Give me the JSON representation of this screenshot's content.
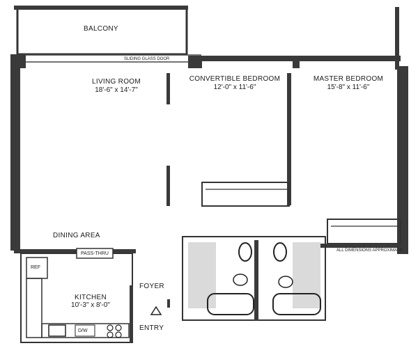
{
  "rooms": {
    "balcony": {
      "label": "BALCONY"
    },
    "sliding_door": {
      "label": "SLIDING GLASS DOOR"
    },
    "living_room": {
      "label": "LIVING ROOM",
      "dimensions": "18'-6\" x 14'-7\""
    },
    "convertible_bedroom": {
      "label": "CONVERTIBLE BEDROOM",
      "dimensions": "12'-0\" x 11'-6\""
    },
    "master_bedroom": {
      "label": "MASTER BEDROOM",
      "dimensions": "15'-8\" x 11'-6\""
    },
    "dining_area": {
      "label": "DINING AREA"
    },
    "pass_thru": {
      "label": "PASS-THRU"
    },
    "refrigerator": {
      "label": "REF"
    },
    "kitchen": {
      "label": "KITCHEN",
      "dimensions": "10'-3\" x 8'-0\""
    },
    "dishwasher": {
      "label": "D/W"
    },
    "foyer": {
      "label": "FOYER"
    },
    "entry": {
      "label": "ENTRY"
    }
  },
  "notes": {
    "dimensions_note": "ALL DIMENSIONS APPROXIMATE"
  }
}
